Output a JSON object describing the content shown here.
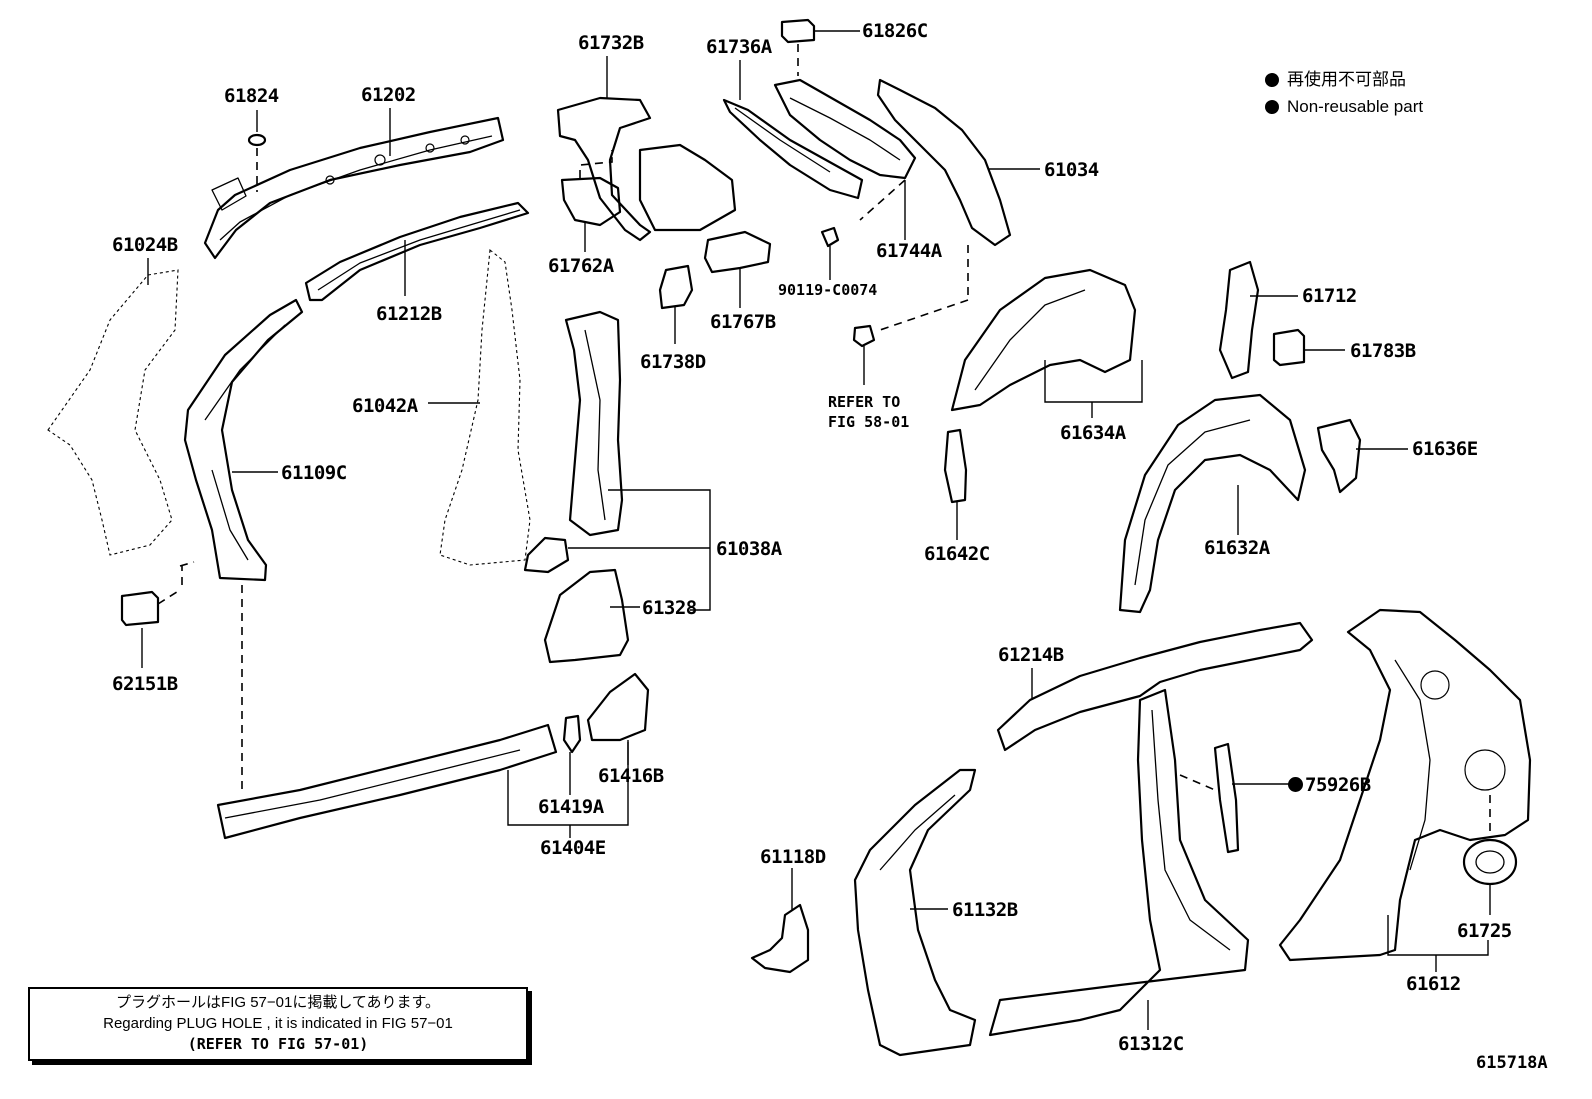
{
  "legend": {
    "jp": "再使用不可部品",
    "en": "Non-reusable part"
  },
  "labels": {
    "p61824": "61824",
    "p61202": "61202",
    "p61024B": "61024B",
    "p61212B": "61212B",
    "p61042A": "61042A",
    "p61109C": "61109C",
    "p62151B": "62151B",
    "p61732B": "61732B",
    "p61762A": "61762A",
    "p61738D": "61738D",
    "p61767B": "61767B",
    "p61736A": "61736A",
    "p61826C": "61826C",
    "p61744A": "61744A",
    "p90119": "90119-C0074",
    "p61034": "61034",
    "p61634A": "61634A",
    "p61642C": "61642C",
    "p61712": "61712",
    "p61783B": "61783B",
    "p61636E": "61636E",
    "p61632A": "61632A",
    "p61038A": "61038A",
    "p61328": "61328",
    "p61416B": "61416B",
    "p61419A": "61419A",
    "p61404E": "61404E",
    "p61214B": "61214B",
    "p75926B": "75926B",
    "p61118D": "61118D",
    "p61132B": "61132B",
    "p61312C": "61312C",
    "p61725": "61725",
    "p61612": "61612"
  },
  "refer": {
    "line1": "REFER TO",
    "line2": "FIG 58-01"
  },
  "note": {
    "jp": "プラグホールはFIG 57−01に掲載してあります。",
    "en": "Regarding PLUG HOLE , it is indicated in FIG 57−01",
    "ref": "(REFER TO FIG 57-01)"
  },
  "figure_id": "615718A"
}
